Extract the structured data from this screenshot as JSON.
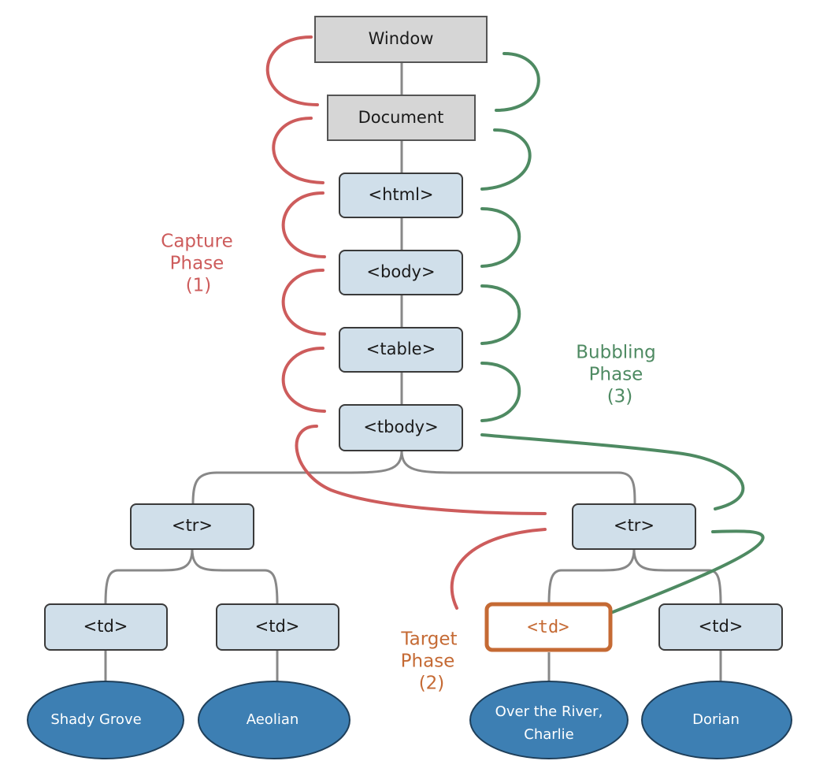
{
  "colors": {
    "capture": "#cd5c5c",
    "bubbling": "#4e8a62",
    "target": "#c56a34",
    "gray_node_fill": "#d6d6d6",
    "blue_node_fill": "#d0dfea",
    "leaf_fill": "#3d7fb3",
    "connector": "#888888"
  },
  "nodes": {
    "window": "Window",
    "document": "Document",
    "html": "<html>",
    "body": "<body>",
    "table": "<table>",
    "tbody": "<tbody>",
    "tr_left": "<tr>",
    "tr_right": "<tr>",
    "td_1": "<td>",
    "td_2": "<td>",
    "td_target": "<td>",
    "td_4": "<td>"
  },
  "leaves": {
    "leaf_1": [
      "Shady Grove"
    ],
    "leaf_2": [
      "Aeolian"
    ],
    "leaf_3": [
      "Over the River,",
      "Charlie"
    ],
    "leaf_4": [
      "Dorian"
    ]
  },
  "labels": {
    "capture": [
      "Capture",
      "Phase",
      "(1)"
    ],
    "bubbling": [
      "Bubbling",
      "Phase",
      "(3)"
    ],
    "target": [
      "Target",
      "Phase",
      "(2)"
    ]
  }
}
